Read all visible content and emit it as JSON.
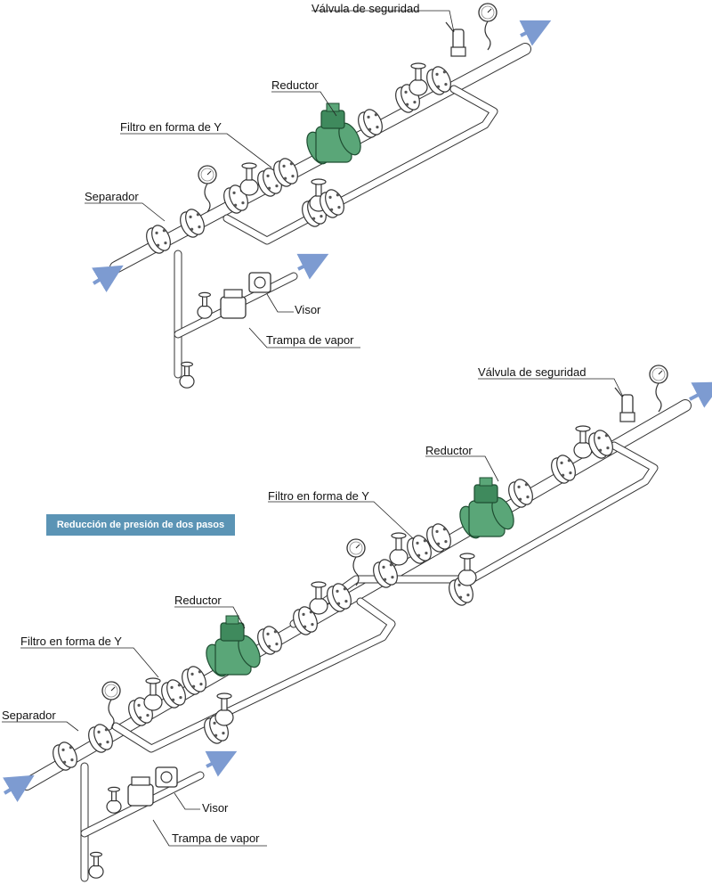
{
  "colors": {
    "pipe_stroke": "#333333",
    "reducer_green": "#5aa678",
    "reducer_green_dark": "#3f8a5d",
    "flow_arrow": "#7d9bd1",
    "badge_bg": "#5b94b5",
    "badge_text": "#ffffff"
  },
  "top_diagram": {
    "labels": {
      "safety_valve": "Válvula de seguridad",
      "reducer": "Reductor",
      "y_strainer": "Filtro en forma de Y",
      "separator": "Separador",
      "sight_glass": "Visor",
      "steam_trap": "Trampa de vapor"
    }
  },
  "section_badge": "Reducción de presión de dos pasos",
  "bottom_diagram": {
    "labels": {
      "safety_valve": "Válvula de seguridad",
      "reducer_2": "Reductor",
      "y_strainer_2": "Filtro en forma de Y",
      "reducer_1": "Reductor",
      "y_strainer_1": "Filtro en forma de Y",
      "separator": "Separador",
      "sight_glass": "Visor",
      "steam_trap": "Trampa de vapor"
    }
  },
  "icons": [
    "flow-arrow-icon",
    "pressure-gauge-icon",
    "globe-valve-icon",
    "flange-icon",
    "pressure-reducer-icon"
  ]
}
